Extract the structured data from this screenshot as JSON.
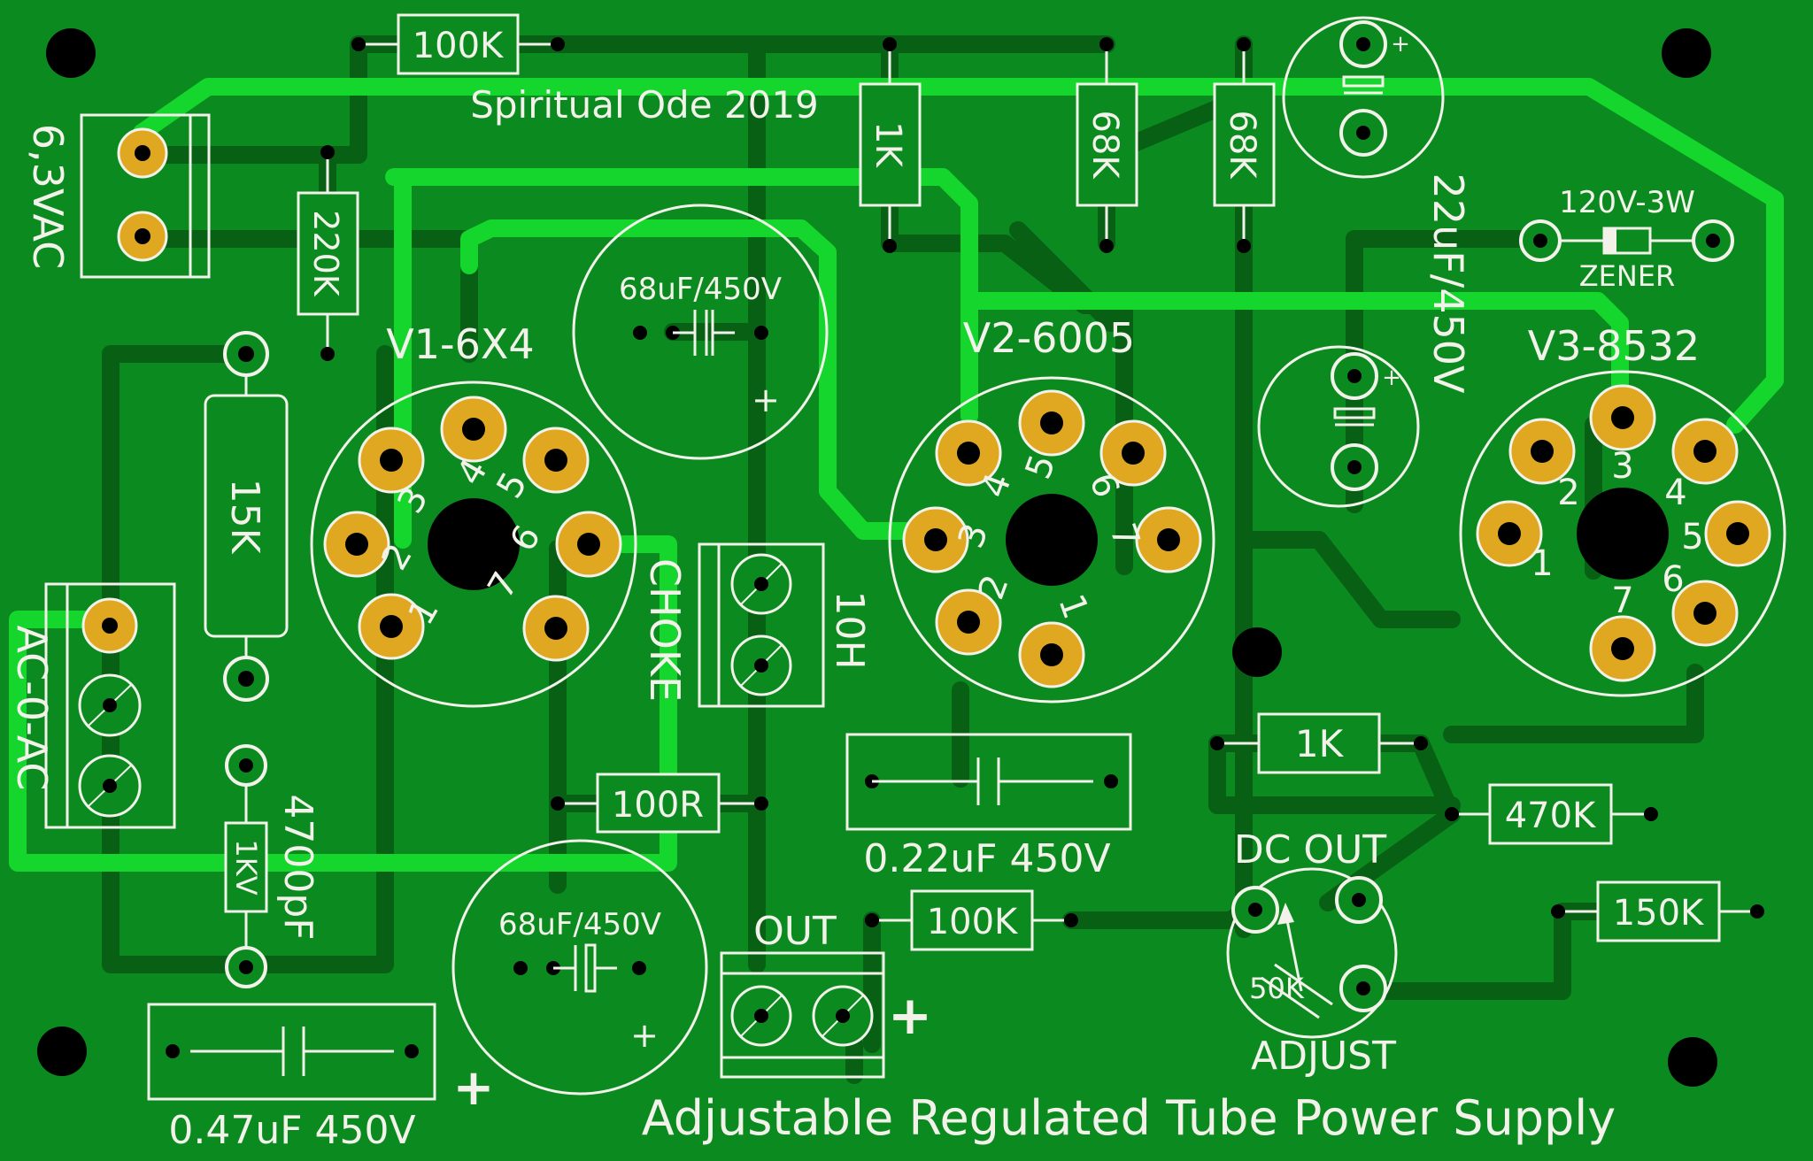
{
  "colors": {
    "board": "#0b8a1f",
    "trace_dark": "#076014",
    "trace_bright": "#14d62c",
    "silkscreen": "#f2f2ea",
    "pad_gold": "#e0a820",
    "hole": "#000000"
  },
  "board": {
    "title": "Adjustable Regulated Tube Power Supply",
    "credit": "Spiritual Ode 2019"
  },
  "resistors": [
    {
      "id": "r1",
      "label": "100K"
    },
    {
      "id": "r2",
      "label": "1K"
    },
    {
      "id": "r3",
      "label": "68K"
    },
    {
      "id": "r4",
      "label": "68K"
    },
    {
      "id": "r5",
      "label": "220K"
    },
    {
      "id": "r6",
      "label": "15K"
    },
    {
      "id": "r7",
      "label": "100R"
    },
    {
      "id": "r8",
      "label": "1K"
    },
    {
      "id": "r9",
      "label": "470K"
    },
    {
      "id": "r10",
      "label": "100K"
    },
    {
      "id": "r11",
      "label": "150K"
    },
    {
      "id": "r12",
      "label": "1KV"
    }
  ],
  "capacitors": [
    {
      "id": "c1",
      "label": "68uF/450V",
      "plus": "+"
    },
    {
      "id": "c2",
      "label": "68uF/450V",
      "plus": "+"
    },
    {
      "id": "c3",
      "label": "22uF/450V",
      "plus": "+"
    },
    {
      "id": "c4",
      "label": "0.22uF 450V"
    },
    {
      "id": "c5",
      "label": "0.47uF  450V",
      "plus": "+"
    },
    {
      "id": "c6",
      "label": "4700pF"
    }
  ],
  "tubes": [
    {
      "id": "v1",
      "label": "V1-6X4",
      "pins": [
        "1",
        "2",
        "3",
        "4",
        "5",
        "6",
        "7"
      ]
    },
    {
      "id": "v2",
      "label": "V2-6005",
      "pins": [
        "1",
        "2",
        "3",
        "4",
        "5",
        "6",
        "7"
      ]
    },
    {
      "id": "v3",
      "label": "V3-8532",
      "pins": [
        "1",
        "2",
        "3",
        "4",
        "5",
        "6",
        "7"
      ]
    }
  ],
  "connectors": {
    "heater": "6,3VAC",
    "mains": "AC-0-AC",
    "choke": "CHOKE",
    "choke_value": "10H",
    "output": "OUT",
    "output_plus": "+"
  },
  "zener": {
    "rating": "120V-3W",
    "label": "ZENER"
  },
  "pot": {
    "title": "DC OUT",
    "value": "50K",
    "label": "ADJUST"
  }
}
